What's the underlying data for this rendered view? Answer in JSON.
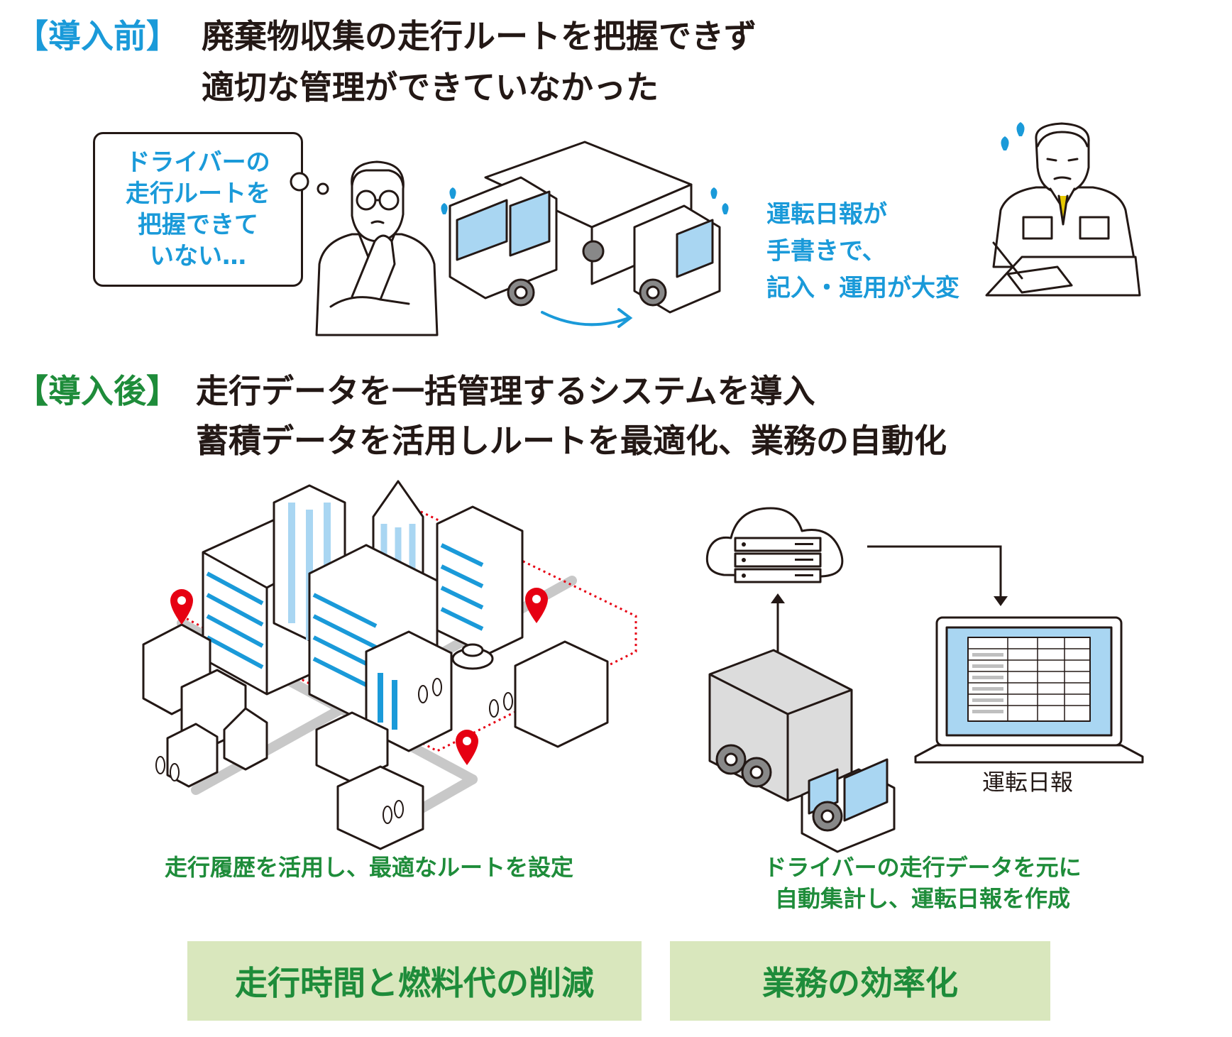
{
  "before": {
    "tag": "【導入前】",
    "line1": "廃棄物収集の走行ルートを把握できず",
    "line2": "適切な管理ができていなかった",
    "bubble": [
      "ドライバーの",
      "走行ルートを",
      "把握できて",
      "いない…"
    ],
    "note": [
      "運転日報が",
      "手書きで、",
      "記入・運用が大変"
    ]
  },
  "after": {
    "tag": "【導入後】",
    "line1": "走行データを一括管理するシステムを導入",
    "line2": "蓄積データを活用しルートを最適化、業務の自動化",
    "laptop_label": "運転日報",
    "caption_left": "走行履歴を活用し、最適なルートを設定",
    "caption_right": [
      "ドライバーの走行データを元に",
      "自動集計し、運転日報を作成"
    ]
  },
  "results": [
    "走行時間と燃料代の削減",
    "業務の効率化"
  ],
  "colors": {
    "before_tag": "#1a9ad9",
    "after_tag": "#1e8c3a",
    "accent_blue": "#1a9ad9",
    "window_blue": "#a9d6f2",
    "result_bg": "#d9e7bd",
    "result_text": "#1e8c3a",
    "pin_red": "#e60012",
    "ink": "#231815"
  },
  "icons": [
    "thinking-man-icon",
    "trucks-icon",
    "sweat-drop-icon",
    "writing-man-icon",
    "city-map-icon",
    "location-pin-icon",
    "cloud-server-icon",
    "truck-icon",
    "laptop-icon",
    "arrow-icon"
  ]
}
